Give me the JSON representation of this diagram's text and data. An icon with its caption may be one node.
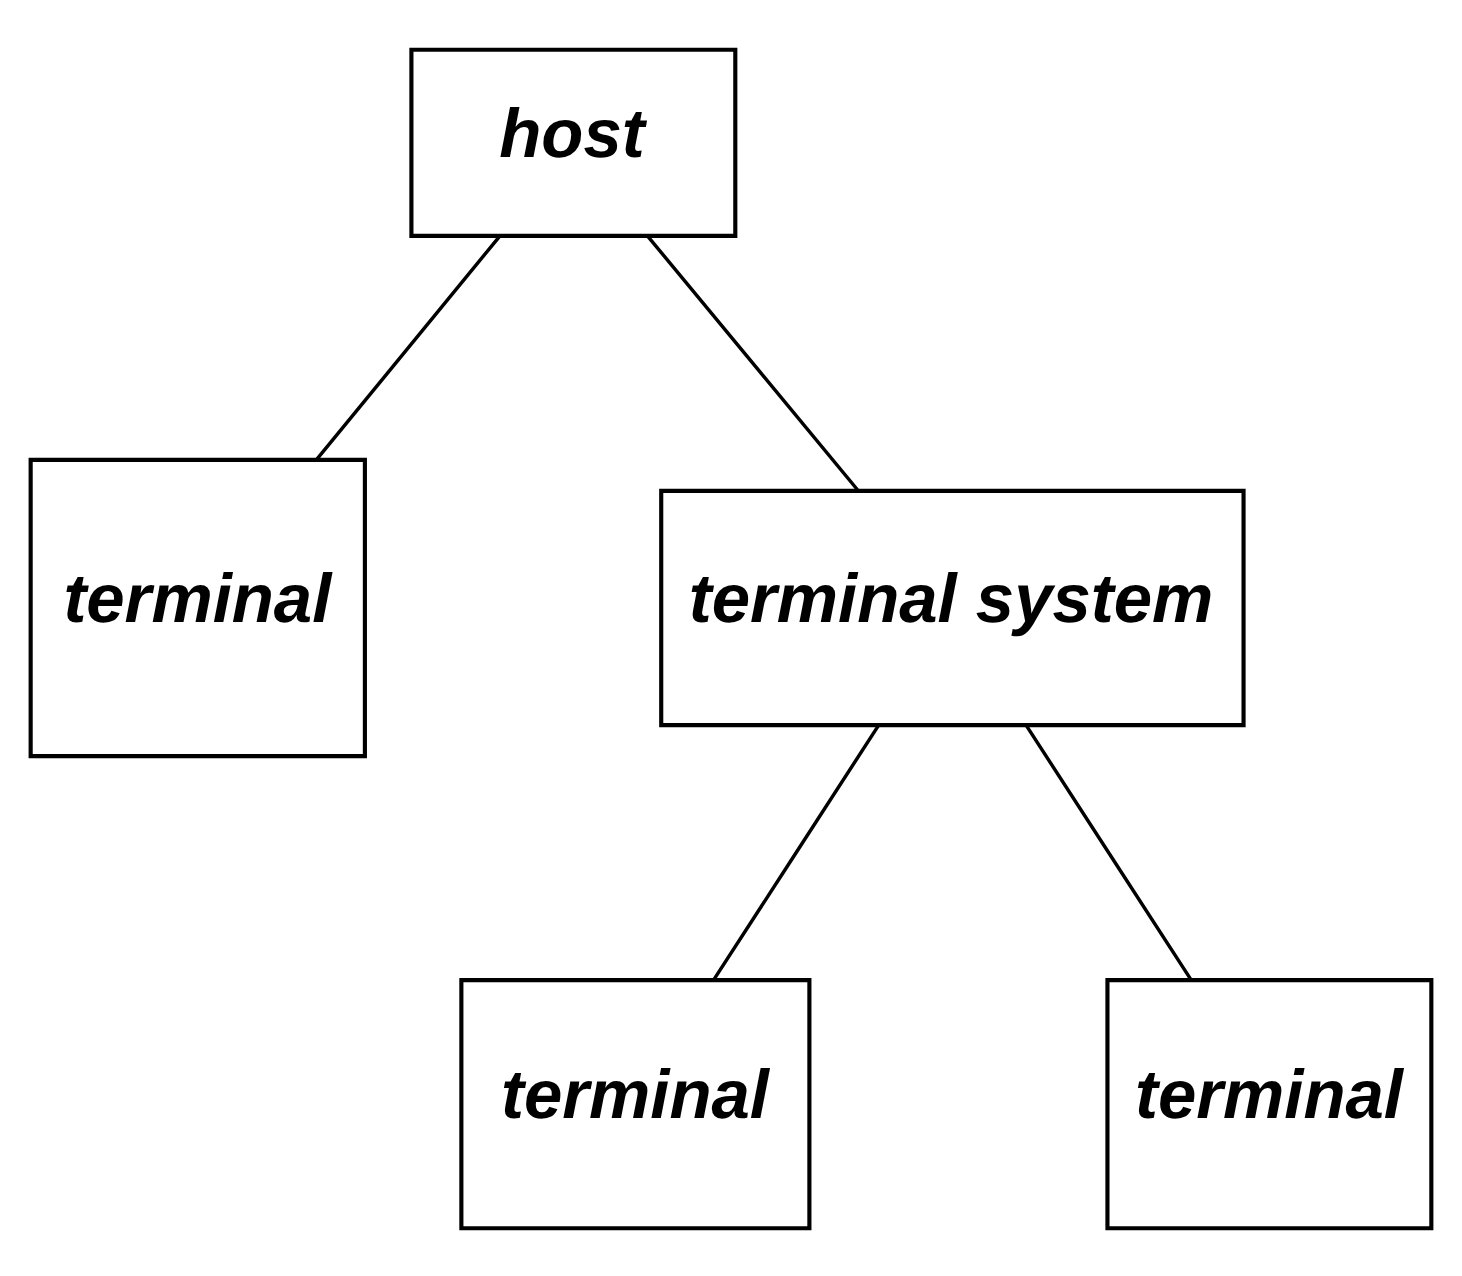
{
  "diagram": {
    "nodes": [
      {
        "text": [
          "host"
        ]
      },
      {
        "text": [
          "terminal"
        ]
      },
      {
        "text": [
          "terminal system"
        ]
      },
      {
        "text": [
          "terminal"
        ]
      },
      {
        "text": [
          "terminal"
        ]
      }
    ],
    "edges": [
      {
        "from": 0,
        "to": 1,
        "arrow": "none"
      },
      {
        "from": 0,
        "to": 2,
        "arrow": "none"
      },
      {
        "from": 2,
        "to": 3,
        "arrow": "none"
      },
      {
        "from": 2,
        "to": 4,
        "arrow": "none"
      }
    ]
  }
}
